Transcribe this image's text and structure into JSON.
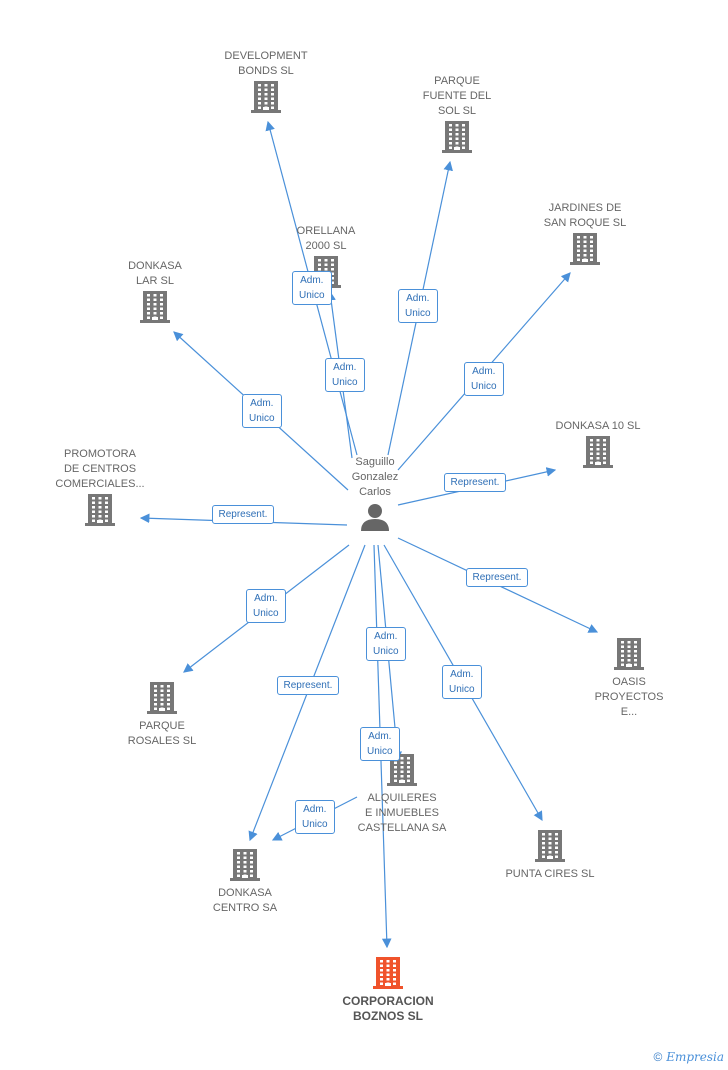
{
  "colors": {
    "edge": "#4a90d9",
    "building": "#777777",
    "building_focus": "#f0532b",
    "person": "#666666"
  },
  "center": {
    "name": "Saguillo\nGonzalez\nCarlos",
    "icon": "person-icon"
  },
  "nodes": [
    {
      "id": "development-bonds",
      "label": "DEVELOPMENT\nBONDS SL",
      "icon": "building-icon"
    },
    {
      "id": "parque-fuente",
      "label": "PARQUE\nFUENTE DEL\nSOL SL",
      "icon": "building-icon"
    },
    {
      "id": "orellana",
      "label": "ORELLANA\n2000 SL",
      "icon": "building-icon"
    },
    {
      "id": "jardines",
      "label": "JARDINES DE\nSAN ROQUE SL",
      "icon": "building-icon"
    },
    {
      "id": "donkasa-lar",
      "label": "DONKASA\nLAR SL",
      "icon": "building-icon"
    },
    {
      "id": "donkasa-10",
      "label": "DONKASA 10 SL",
      "icon": "building-icon"
    },
    {
      "id": "promotora",
      "label": "PROMOTORA\nDE CENTROS\nCOMERCIALES...",
      "icon": "building-icon"
    },
    {
      "id": "oasis",
      "label": "OASIS\nPROYECTOS\nE...",
      "icon": "building-icon"
    },
    {
      "id": "parque-rosales",
      "label": "PARQUE\nROSALES SL",
      "icon": "building-icon"
    },
    {
      "id": "alquileres",
      "label": "ALQUILERES\nE INMUEBLES\nCASTELLANA SA",
      "icon": "building-icon"
    },
    {
      "id": "donkasa-centro",
      "label": "DONKASA\nCENTRO SA",
      "icon": "building-icon"
    },
    {
      "id": "punta-cires",
      "label": "PUNTA CIRES SL",
      "icon": "building-icon"
    },
    {
      "id": "corporacion",
      "label": "CORPORACION\nBOZNOS SL",
      "icon": "building-icon",
      "focus": true
    }
  ],
  "edges": [
    {
      "to": "development-bonds",
      "label": "Adm.\nUnico"
    },
    {
      "to": "orellana",
      "label": "Adm.\nUnico"
    },
    {
      "to": "parque-fuente",
      "label": "Adm.\nUnico"
    },
    {
      "to": "jardines",
      "label": "Adm.\nUnico"
    },
    {
      "to": "donkasa-lar",
      "label": "Adm.\nUnico"
    },
    {
      "to": "donkasa-10",
      "label": "Represent."
    },
    {
      "to": "promotora",
      "label": "Represent."
    },
    {
      "to": "oasis",
      "label": "Represent."
    },
    {
      "to": "parque-rosales",
      "label": "Adm.\nUnico"
    },
    {
      "to": "alquileres",
      "label": "Adm.\nUnico"
    },
    {
      "to": "punta-cires",
      "label": "Adm.\nUnico"
    },
    {
      "to": "donkasa-centro",
      "label": "Represent."
    },
    {
      "to": "donkasa-centro",
      "label": "Adm.\nUnico"
    },
    {
      "to": "corporacion",
      "label": "Adm.\nUnico"
    }
  ],
  "brand": {
    "copyright": "©",
    "name": "Empresia"
  }
}
